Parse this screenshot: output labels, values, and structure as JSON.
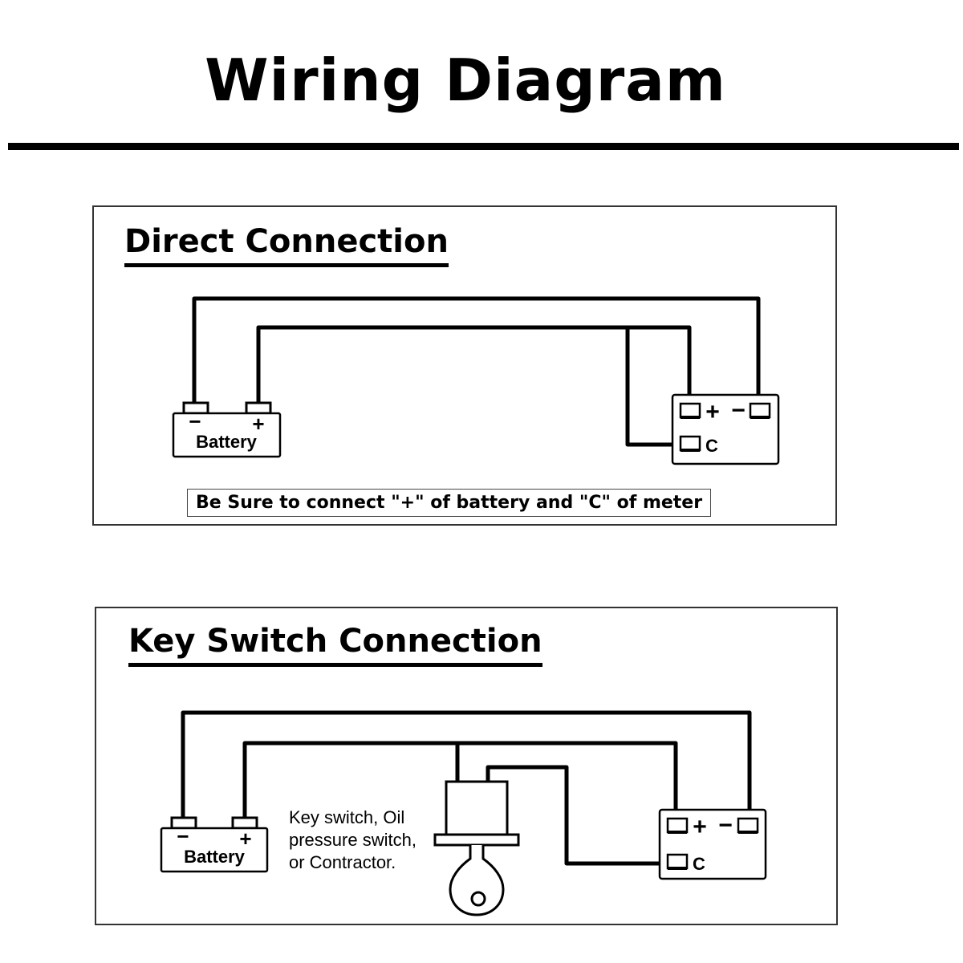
{
  "title": "Wiring Diagram",
  "direct": {
    "heading": "Direct Connection",
    "battery_label": "Battery",
    "battery_minus": "−",
    "battery_plus": "+",
    "meter_plus": "+",
    "meter_minus": "−",
    "meter_c": "C",
    "note": "Be Sure to connect \"+\" of battery and \"C\" of meter"
  },
  "key_switch": {
    "heading": "Key Switch Connection",
    "battery_label": "Battery",
    "battery_minus": "−",
    "battery_plus": "+",
    "meter_plus": "+",
    "meter_minus": "−",
    "meter_c": "C",
    "description": [
      "Key  switch,  Oil",
      "pressure switch,",
      "or Contractor."
    ]
  }
}
